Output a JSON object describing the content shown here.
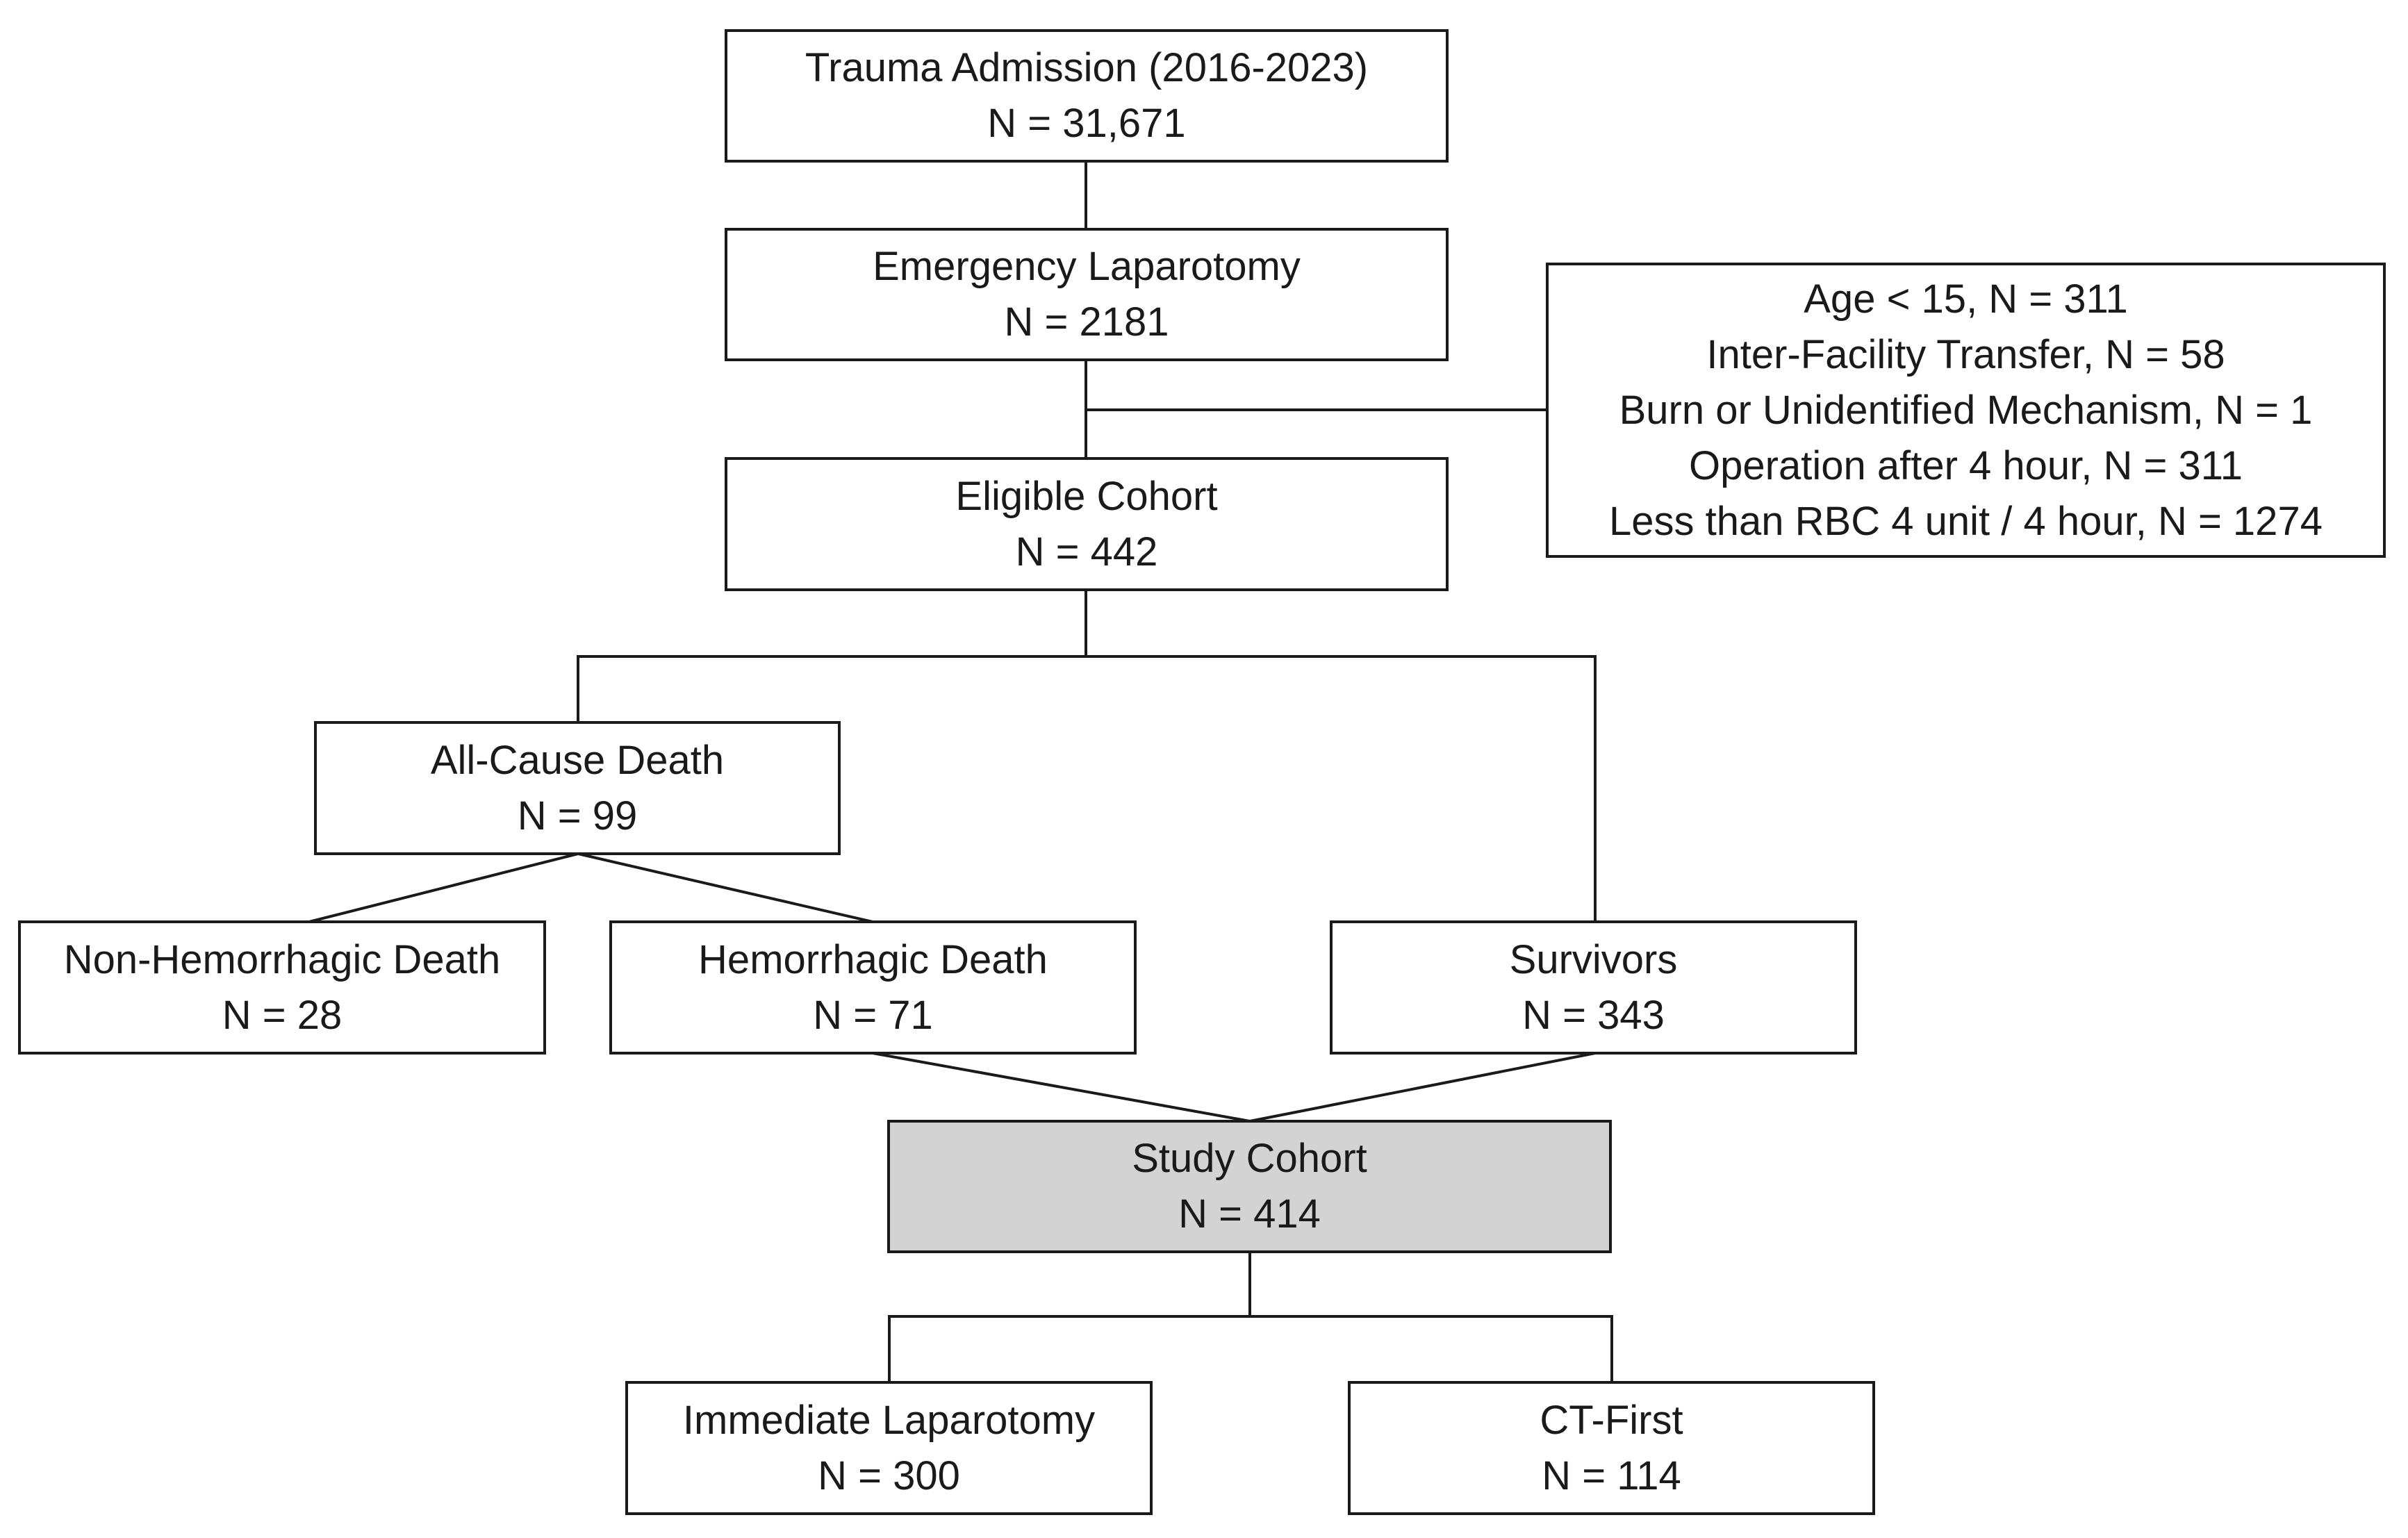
{
  "boxes": {
    "admission": {
      "title": "Trauma Admission (2016-2023)",
      "count": "N = 31,671"
    },
    "laparotomy": {
      "title": "Emergency Laparotomy",
      "count": "N = 2181"
    },
    "exclusions": {
      "items": [
        "Age < 15, N = 311",
        "Inter-Facility Transfer, N = 58",
        "Burn or Unidentified Mechanism, N = 1",
        "Operation after 4 hour, N = 311",
        "Less than RBC 4 unit / 4 hour, N = 1274"
      ]
    },
    "eligible": {
      "title": "Eligible Cohort",
      "count": "N = 442"
    },
    "all_cause_death": {
      "title": "All-Cause Death",
      "count": "N = 99"
    },
    "non_hemorrhagic": {
      "title": "Non-Hemorrhagic Death",
      "count": "N = 28"
    },
    "hemorrhagic": {
      "title": "Hemorrhagic Death",
      "count": "N = 71"
    },
    "survivors": {
      "title": "Survivors",
      "count": "N = 343"
    },
    "study_cohort": {
      "title": "Study Cohort",
      "count": "N = 414"
    },
    "immediate": {
      "title": "Immediate Laparotomy",
      "count": "N = 300"
    },
    "ct_first": {
      "title": "CT-First",
      "count": "N = 114"
    }
  },
  "colors": {
    "border": "#1a1a1a",
    "box_fill": "#ffffff",
    "highlight_fill": "#d3d3d3"
  }
}
